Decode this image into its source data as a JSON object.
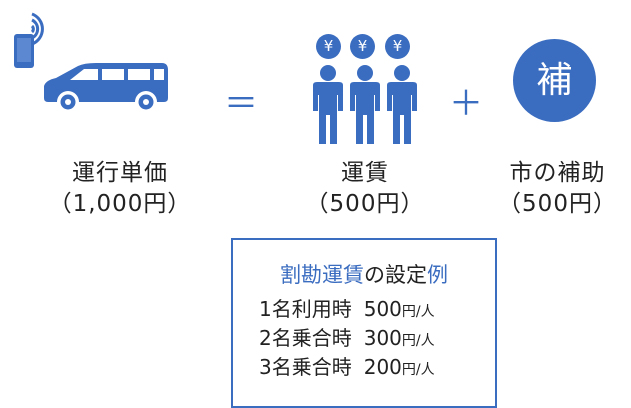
{
  "colors": {
    "accent": "#3a6cc0",
    "text": "#222222",
    "background": "#ffffff"
  },
  "left": {
    "title": "運行単価",
    "amount": "（1,000円）"
  },
  "equals": "＝",
  "middle": {
    "yen_mark": "¥",
    "title": "運賃",
    "amount": "（500円）"
  },
  "plus": "＋",
  "right": {
    "badge": "補",
    "title": "市の補助",
    "amount": "（500円）"
  },
  "fare_box": {
    "title_part1": "割勘運賃",
    "title_part2": "の設定",
    "title_part3": "例",
    "rows": [
      {
        "label": "1名利用時",
        "amount": "500",
        "unit": "円/人"
      },
      {
        "label": "2名乗合時",
        "amount": "300",
        "unit": "円/人"
      },
      {
        "label": "3名乗合時",
        "amount": "200",
        "unit": "円/人"
      }
    ]
  },
  "icons": [
    "smartphone-signal-icon",
    "minivan-icon",
    "yen-coin-icon",
    "person-icon"
  ]
}
